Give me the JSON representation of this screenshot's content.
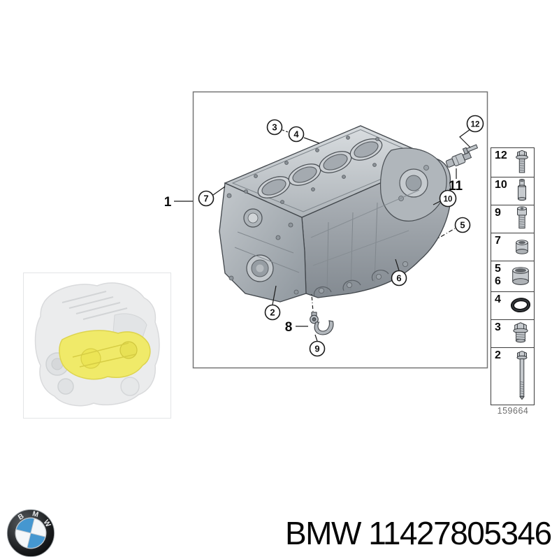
{
  "main_diagram": {
    "callouts": {
      "n1": "1",
      "n2": "2",
      "n3": "3",
      "n4": "4",
      "n5": "5",
      "n6": "6",
      "n7": "7",
      "n8": "8",
      "n9": "9",
      "n10": "10",
      "n11": "11",
      "n12": "12"
    }
  },
  "legend": {
    "figure_number": "159664",
    "items": [
      {
        "labels": [
          "12"
        ],
        "part": "flange-bolt"
      },
      {
        "labels": [
          "10"
        ],
        "part": "dowel-sleeve"
      },
      {
        "labels": [
          "9"
        ],
        "part": "socket-head-screw"
      },
      {
        "labels": [
          "7"
        ],
        "part": "bushing"
      },
      {
        "labels": [
          "5",
          "6"
        ],
        "part": "sleeve"
      },
      {
        "labels": [
          "4"
        ],
        "part": "o-ring"
      },
      {
        "labels": [
          "3"
        ],
        "part": "drain-plug"
      },
      {
        "labels": [
          "2"
        ],
        "part": "long-hex-bolt"
      }
    ]
  },
  "footer": {
    "brand_part_text": "BMW 11427805346",
    "logo_letters": [
      "B",
      "M",
      "W"
    ]
  },
  "colors": {
    "bmw_blue": "#4597d0",
    "highlight_yellow": "#f0ea69",
    "line_black": "#1a1a1a",
    "figure_gray": "#6e6e6e"
  }
}
